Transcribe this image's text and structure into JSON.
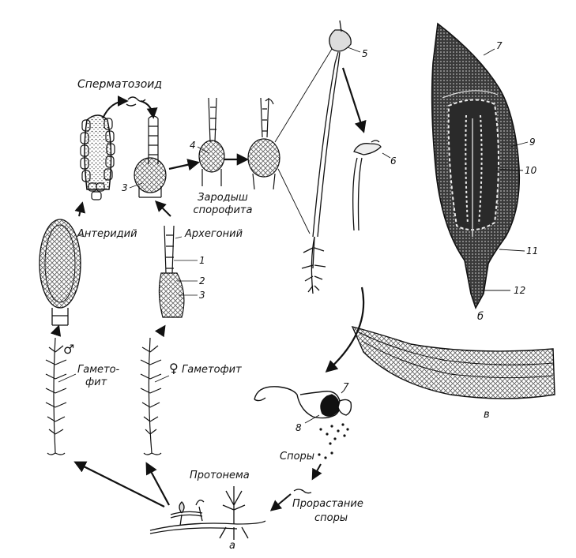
{
  "labels": {
    "spermatozoid": "Сперматозоид",
    "antheridium": "Антеридий",
    "archegonium": "Архегоний",
    "embryo_line1": "Зародыш",
    "embryo_line2": "спорофита",
    "gametophyte_male_line1": "Гамето-",
    "gametophyte_male_line2": "фит",
    "gametophyte_female": "Гаметофит",
    "protonema": "Протонема",
    "spores": "Споры",
    "germination_line1": "Прорастание",
    "germination_line2": "споры"
  },
  "symbols": {
    "male": "♂",
    "female": "♀"
  },
  "numbers": {
    "n1": "1",
    "n2": "2",
    "n3a": "3",
    "n3b": "3",
    "n4": "4",
    "n5": "5",
    "n6": "6",
    "n7a": "7",
    "n7b": "7",
    "n8": "8",
    "n9": "9",
    "n10": "10",
    "n11": "11",
    "n12": "12"
  },
  "panel_letters": {
    "a": "а",
    "b": "б",
    "v": "в"
  }
}
